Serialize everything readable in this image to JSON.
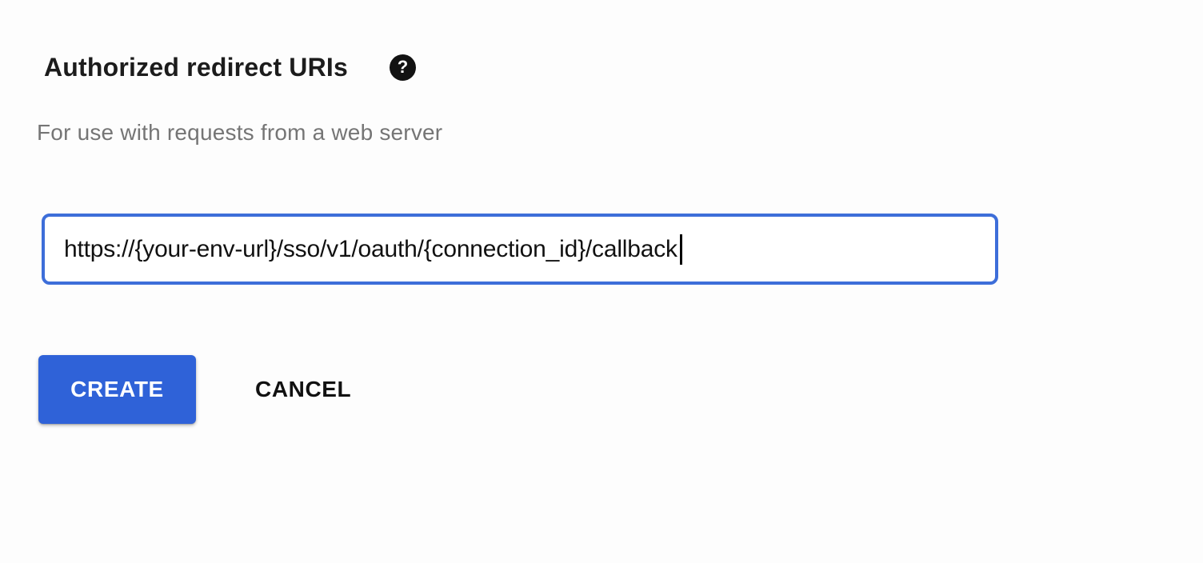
{
  "colors": {
    "accent_blue": "#2f62d8",
    "input_focus_border": "#3d6ed9",
    "title_text": "#1c1c1c",
    "subtitle_text": "#757575",
    "background": "#fdfdfd",
    "help_icon_bg": "#121212"
  },
  "section": {
    "title": "Authorized redirect URIs",
    "subtitle": "For use with requests from a web server",
    "help_icon_glyph": "?"
  },
  "form": {
    "redirect_uri": {
      "value": "https://{your-env-url}/sso/v1/oauth/{connection_id}/callback",
      "placeholder": "",
      "focused": true
    }
  },
  "actions": {
    "create": "CREATE",
    "cancel": "CANCEL"
  }
}
